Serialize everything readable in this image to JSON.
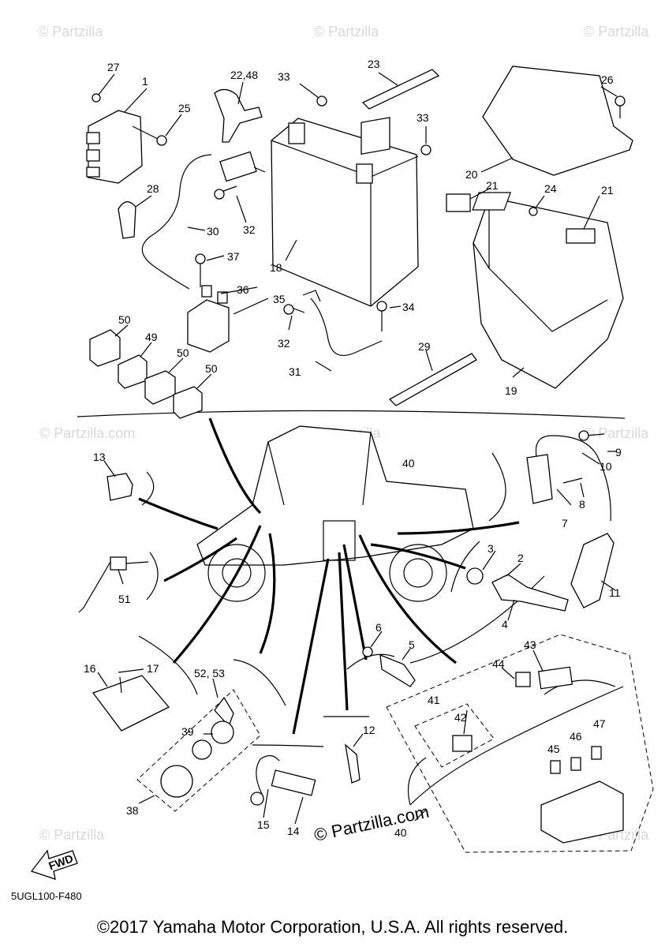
{
  "labels": {
    "p1": "1",
    "p2": "2",
    "p3": "3",
    "p4": "4",
    "p5": "5",
    "p6": "6",
    "p7": "7",
    "p8": "8",
    "p9": "9",
    "p10": "10",
    "p11": "11",
    "p12": "12",
    "p13": "13",
    "p14": "14",
    "p15": "15",
    "p16": "16",
    "p17": "17",
    "p18": "18",
    "p19": "19",
    "p20": "20",
    "p21a": "21",
    "p21b": "21",
    "p22": "22,48",
    "p23": "23",
    "p24": "24",
    "p25": "25",
    "p26": "26",
    "p27": "27",
    "p28": "28",
    "p29": "29",
    "p30": "30",
    "p31": "31",
    "p32a": "32",
    "p32b": "32",
    "p33a": "33",
    "p33b": "33",
    "p34": "34",
    "p35": "35",
    "p36": "36",
    "p37": "37",
    "p38": "38",
    "p39": "39",
    "p40a": "40",
    "p40b": "40",
    "p41": "41",
    "p42": "42",
    "p43": "43",
    "p44": "44",
    "p45": "45",
    "p46": "46",
    "p47": "47",
    "p49": "49",
    "p50a": "50",
    "p50b": "50",
    "p50c": "50",
    "p51": "51",
    "p52": "52, 53"
  },
  "watermark": "© Partzilla.com",
  "watermark_short": "© Partzilla",
  "watermark_main": "© Partzilla.com",
  "fwd": "FWD",
  "diagram_code": "5UGL100-F480",
  "copyright": "©2017 Yamaha Motor Corporation, U.S.A. All rights reserved."
}
